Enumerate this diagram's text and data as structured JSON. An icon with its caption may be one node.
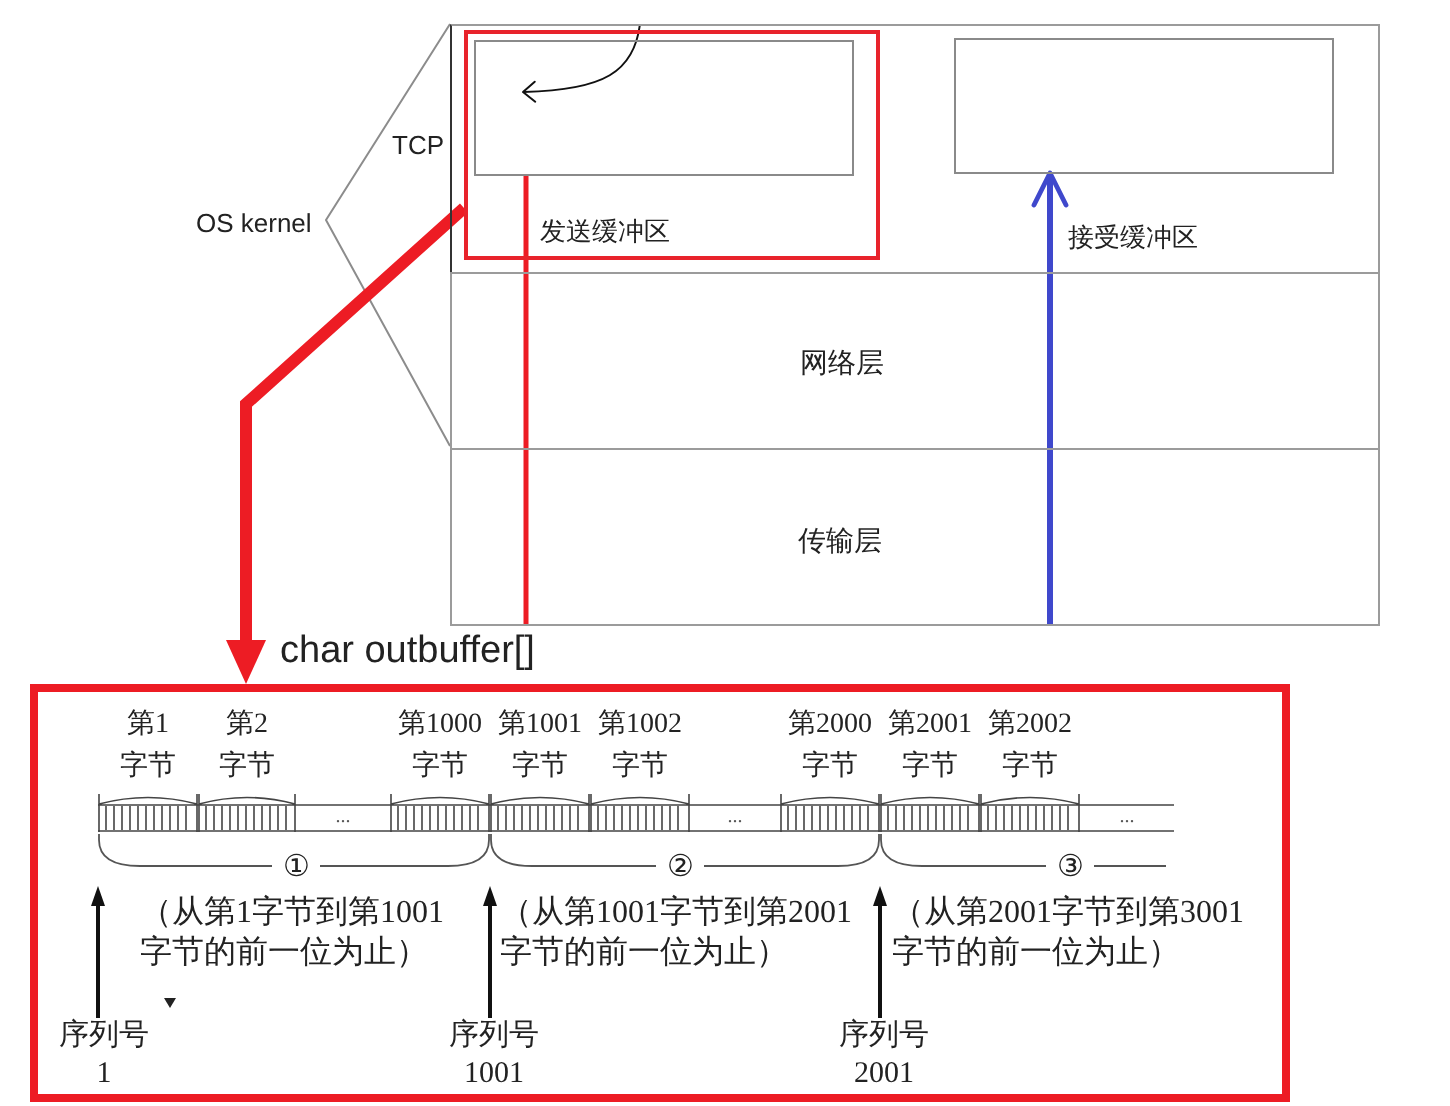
{
  "diagram": {
    "nodes": [
      {
        "text": [
          "TCP"
        ]
      },
      {
        "text": [],
        "shape": "box",
        "in": 0
      },
      {
        "text": [
          "发送缓冲区"
        ],
        "in": 1
      },
      {
        "text": [
          "接受缓冲区"
        ],
        "in": 0
      },
      {
        "text": [
          "网络层"
        ]
      },
      {
        "text": [
          "传输层"
        ]
      },
      {
        "text": [
          "char outbuffer[]"
        ]
      },
      {
        "text": [
          "第1字节"
        ],
        "in": 6
      },
      {
        "text": [
          "第2字节"
        ],
        "in": 6
      },
      {
        "text": [
          "..."
        ],
        "in": 6
      },
      {
        "text": [
          "第1000字节"
        ],
        "in": 6
      },
      {
        "text": [
          "第1001字节"
        ],
        "in": 6
      },
      {
        "text": [
          "第1002字节"
        ],
        "in": 6
      },
      {
        "text": [
          "..."
        ],
        "in": 6
      },
      {
        "text": [
          "第2000字节"
        ],
        "in": 6
      },
      {
        "text": [
          "第2001字节"
        ],
        "in": 6
      },
      {
        "text": [
          "第2002字节"
        ],
        "in": 6
      },
      {
        "text": [
          "..."
        ],
        "in": 6
      },
      {
        "text": [
          "①"
        ],
        "in": 6,
        "beside": [
          "（从第1字节到第1001字节的前一位为止）"
        ]
      },
      {
        "text": [
          "②"
        ],
        "in": 6,
        "beside": [
          "（从第1001字节到第2001字节的前一位为止）"
        ]
      },
      {
        "text": [
          "③"
        ],
        "in": 6,
        "beside": [
          "（从第2001字节到第3001字节的前一位为止）"
        ]
      },
      {
        "text": [
          "序列号1"
        ],
        "in": 6
      },
      {
        "text": [
          "序列号1001"
        ],
        "in": 6
      },
      {
        "text": [
          "序列号2001"
        ],
        "in": 6
      }
    ],
    "edges": [
      {
        "from": 0,
        "to": 2,
        "arrow": "to"
      },
      {
        "from": 2,
        "to": 4,
        "arrow": "none",
        "color": "#ed1c24"
      },
      {
        "from": 4,
        "to": 5,
        "arrow": "none",
        "color": "#ed1c24"
      },
      {
        "from": 5,
        "to": 4,
        "arrow": "none",
        "color": "#3f48cc"
      },
      {
        "from": 4,
        "to": 3,
        "arrow": "to",
        "color": "#3f48cc"
      },
      {
        "from": 1,
        "to": 6,
        "arrow": "to",
        "style": "thick",
        "color": "#ed1c24"
      },
      {
        "from": 21,
        "to": 18,
        "arrow": "to"
      },
      {
        "from": 22,
        "to": 19,
        "arrow": "to"
      },
      {
        "from": 23,
        "to": 20,
        "arrow": "to"
      }
    ],
    "labels": [
      "OS kernel"
    ]
  }
}
